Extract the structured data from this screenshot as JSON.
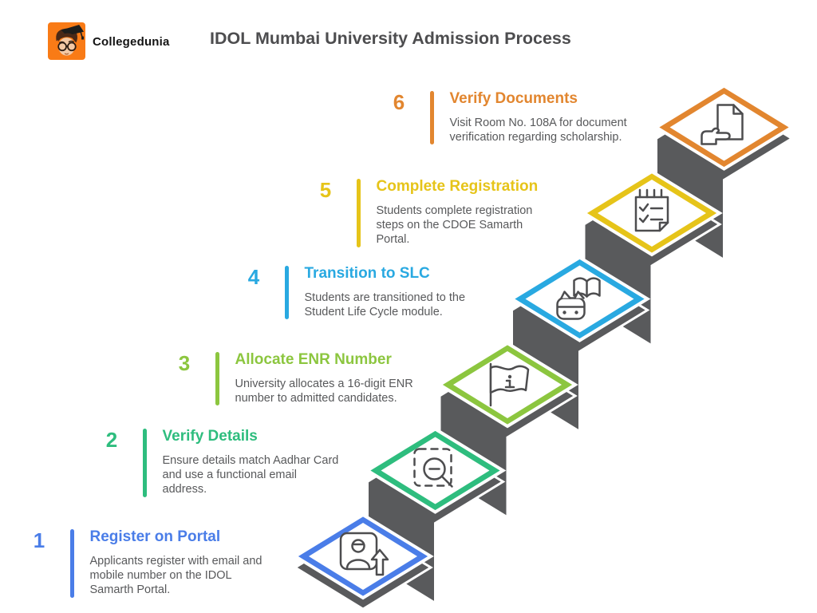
{
  "header": {
    "brand": "Collegedunia",
    "title": "IDOL Mumbai University Admission Process",
    "logo_icon": "collegedunia-student-logo",
    "logo_bg": "#F97B16"
  },
  "palette": {
    "stair_gray": "#595A5C",
    "icon_stroke": "#4D4D4F",
    "description_gray": "#58595B",
    "heading_gray": "#4D4D4F"
  },
  "diagram": {
    "type": "staircase-process",
    "direction": "bottom-left to top-right",
    "step_count": 6
  },
  "steps": [
    {
      "number": "1",
      "title": "Register on Portal",
      "description": "Applicants register with email and mobile number on the IDOL Samarth Portal.",
      "color": "#4A7DE8",
      "icon": "user-register-icon"
    },
    {
      "number": "2",
      "title": "Verify Details",
      "description": "Ensure details match Aadhar Card and use a functional email address.",
      "color": "#2EBD7E",
      "icon": "inspect-zoom-icon"
    },
    {
      "number": "3",
      "title": "Allocate ENR Number",
      "description": "University allocates a 16-digit ENR number to admitted candidates.",
      "color": "#8CC63F",
      "icon": "info-flag-icon"
    },
    {
      "number": "4",
      "title": "Transition to SLC",
      "description": "Students are transitioned to the Student Life Cycle module.",
      "color": "#29A9E1",
      "icon": "robot-book-icon"
    },
    {
      "number": "5",
      "title": "Complete Registration",
      "description": "Students complete registration steps on the CDOE Samarth Portal.",
      "color": "#E6C419",
      "icon": "checklist-icon"
    },
    {
      "number": "6",
      "title": "Verify Documents",
      "description": "Visit Room No. 108A for document verification regarding scholarship.",
      "color": "#E2862F",
      "icon": "document-hand-icon"
    }
  ]
}
